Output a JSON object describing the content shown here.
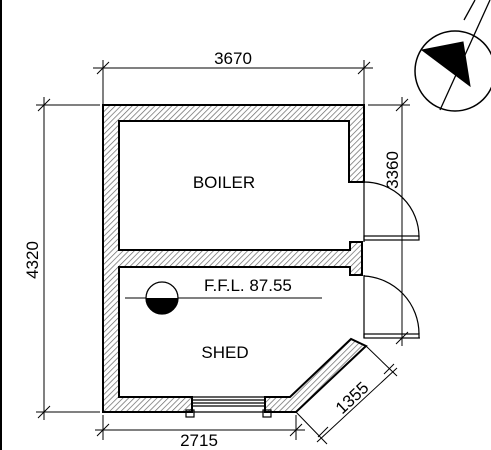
{
  "rooms": {
    "boiler": "BOILER",
    "shed": "SHED"
  },
  "level_marker": {
    "label": "F.F.L. 87.55"
  },
  "dimensions": {
    "top_width": "3670",
    "left_height": "4320",
    "right_upper": "3360",
    "bottom_width": "2715",
    "diagonal": "1355"
  },
  "colors": {
    "line": "#000000",
    "wall_hatch": "#777777",
    "background": "#ffffff"
  },
  "icons": {
    "north_arrow": "north-arrow-icon",
    "level_symbol": "level-marker-icon"
  }
}
